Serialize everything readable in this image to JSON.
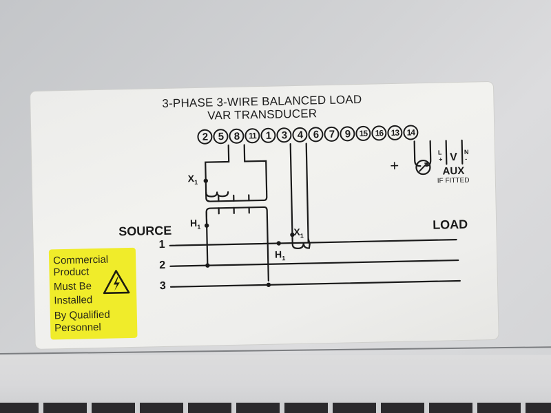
{
  "label": {
    "title_line1": "3-PHASE 3-WIRE BALANCED LOAD",
    "title_line2": "VAR TRANSDUCER",
    "terminals": [
      "2",
      "5",
      "8",
      "11",
      "1",
      "3",
      "4",
      "6",
      "7",
      "9",
      "15",
      "16",
      "13",
      "14"
    ],
    "aux": {
      "l_mark": "L",
      "plus_mark": "+",
      "v_mark": "V",
      "n_mark": "N",
      "minus_mark": "-",
      "label": "AUX",
      "sublabel": "IF FITTED"
    },
    "output_plus": "+",
    "meter_icon": "ammeter-gauge-icon",
    "source_label": "SOURCE",
    "load_label": "LOAD",
    "lines": [
      "1",
      "2",
      "3"
    ],
    "markers": {
      "vt_secondary": "X",
      "vt_secondary_sub": "1",
      "vt_primary": "H",
      "vt_primary_sub": "1",
      "ct_secondary": "X",
      "ct_secondary_sub": "1",
      "ct_primary": "H",
      "ct_primary_sub": "1"
    }
  },
  "warning_sticker": {
    "lines": [
      "Commercial",
      "Product",
      "Must Be",
      "Installed",
      "By Qualified",
      "Personnel"
    ],
    "icon": "electrical-hazard-icon",
    "color": "#f0ec2a"
  }
}
